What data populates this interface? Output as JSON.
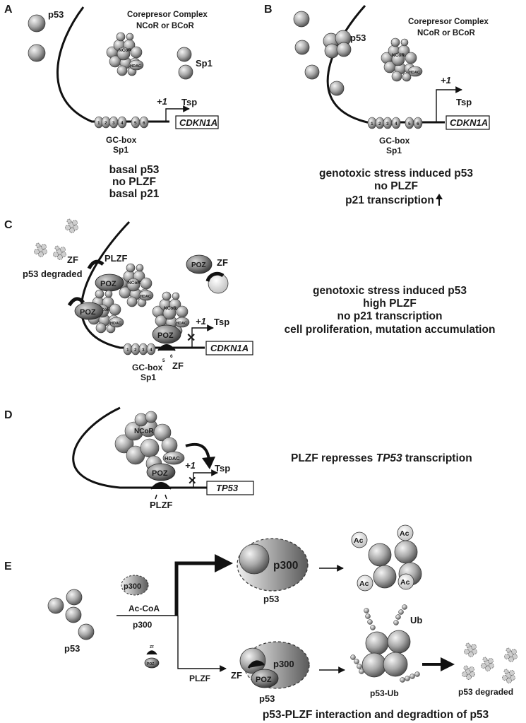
{
  "panels": {
    "a": {
      "letter": "A",
      "p53": "p53",
      "corepressor_title": "Corepresor Complex",
      "corepressor_sub": "NCoR or BCoR",
      "ncor": "NCoR",
      "hdac": "HDAC",
      "sp1": "Sp1",
      "plus1": "+1",
      "tsp": "Tsp",
      "gene": "CDKN1A",
      "gcbox": "GC-box",
      "gcbox_sp1": "Sp1",
      "box_numbers": [
        "1",
        "2",
        "3",
        "4",
        "5",
        "6"
      ],
      "caption": [
        "basal p53",
        "no PLZF",
        "basal p21"
      ]
    },
    "b": {
      "letter": "B",
      "p53": "p53",
      "corepressor_title": "Corepresor Complex",
      "corepressor_sub": "NCoR or BCoR",
      "ncor": "NCoR",
      "hdac": "HDAC",
      "plus1": "+1",
      "tsp": "Tsp",
      "gene": "CDKN1A",
      "gcbox": "GC-box",
      "gcbox_sp1": "Sp1",
      "box_numbers": [
        "1",
        "2",
        "3",
        "4",
        "5",
        "6"
      ],
      "caption": [
        "genotoxic stress induced p53",
        "no PLZF",
        "p21 transcription"
      ]
    },
    "c": {
      "letter": "C",
      "zf_top": "ZF",
      "plzf": "PLZF",
      "poz": "POZ",
      "ncor": "NCoR",
      "hdac": "HDAC",
      "p53_degraded": "p53 degraded",
      "free_poz": "POZ",
      "free_zf": "ZF",
      "plus1": "+1",
      "tsp": "Tsp",
      "gene": "CDKN1A",
      "gcbox": "GC-box",
      "gcbox_sp1": "Sp1",
      "zf_bottom": "ZF",
      "box_numbers": [
        "1",
        "2",
        "3",
        "4",
        "5",
        "6"
      ],
      "caption": [
        "genotoxic stress induced p53",
        "high  PLZF",
        "no p21 transcription",
        "cell proliferation,  mutation accumulation"
      ]
    },
    "d": {
      "letter": "D",
      "ncor": "NCoR",
      "hdac": "HDAC",
      "poz": "POZ",
      "plus1": "+1",
      "tsp": "Tsp",
      "gene": "TP53",
      "plzf": "PLZF",
      "caption_pre": "PLZF represses ",
      "caption_gene": "TP53",
      "caption_post": " transcription"
    },
    "e": {
      "letter": "E",
      "p53_left": "p53",
      "p300_small": "p300",
      "ac_coa": "Ac-CoA",
      "p300_line": "p300",
      "zf_small": "ZF",
      "poz_small": "POZ",
      "plzf_line": "PLZF",
      "p300_top": "p300",
      "p53_top": "p53",
      "ac": [
        "Ac",
        "Ac",
        "Ac",
        "Ac"
      ],
      "zf_bottom": "ZF",
      "poz_bottom": "POZ",
      "p300_bottom": "p300",
      "p53_bottom": "p53",
      "ub": "Ub",
      "p53_ub": "p53-Ub",
      "p53_degraded": "p53 degraded",
      "caption": "p53-PLZF interaction and degradtion of p53"
    }
  },
  "colors": {
    "sphere_light": "#eeeeee",
    "sphere_dark": "#6a6a6a",
    "text": "#1a1a1a"
  }
}
